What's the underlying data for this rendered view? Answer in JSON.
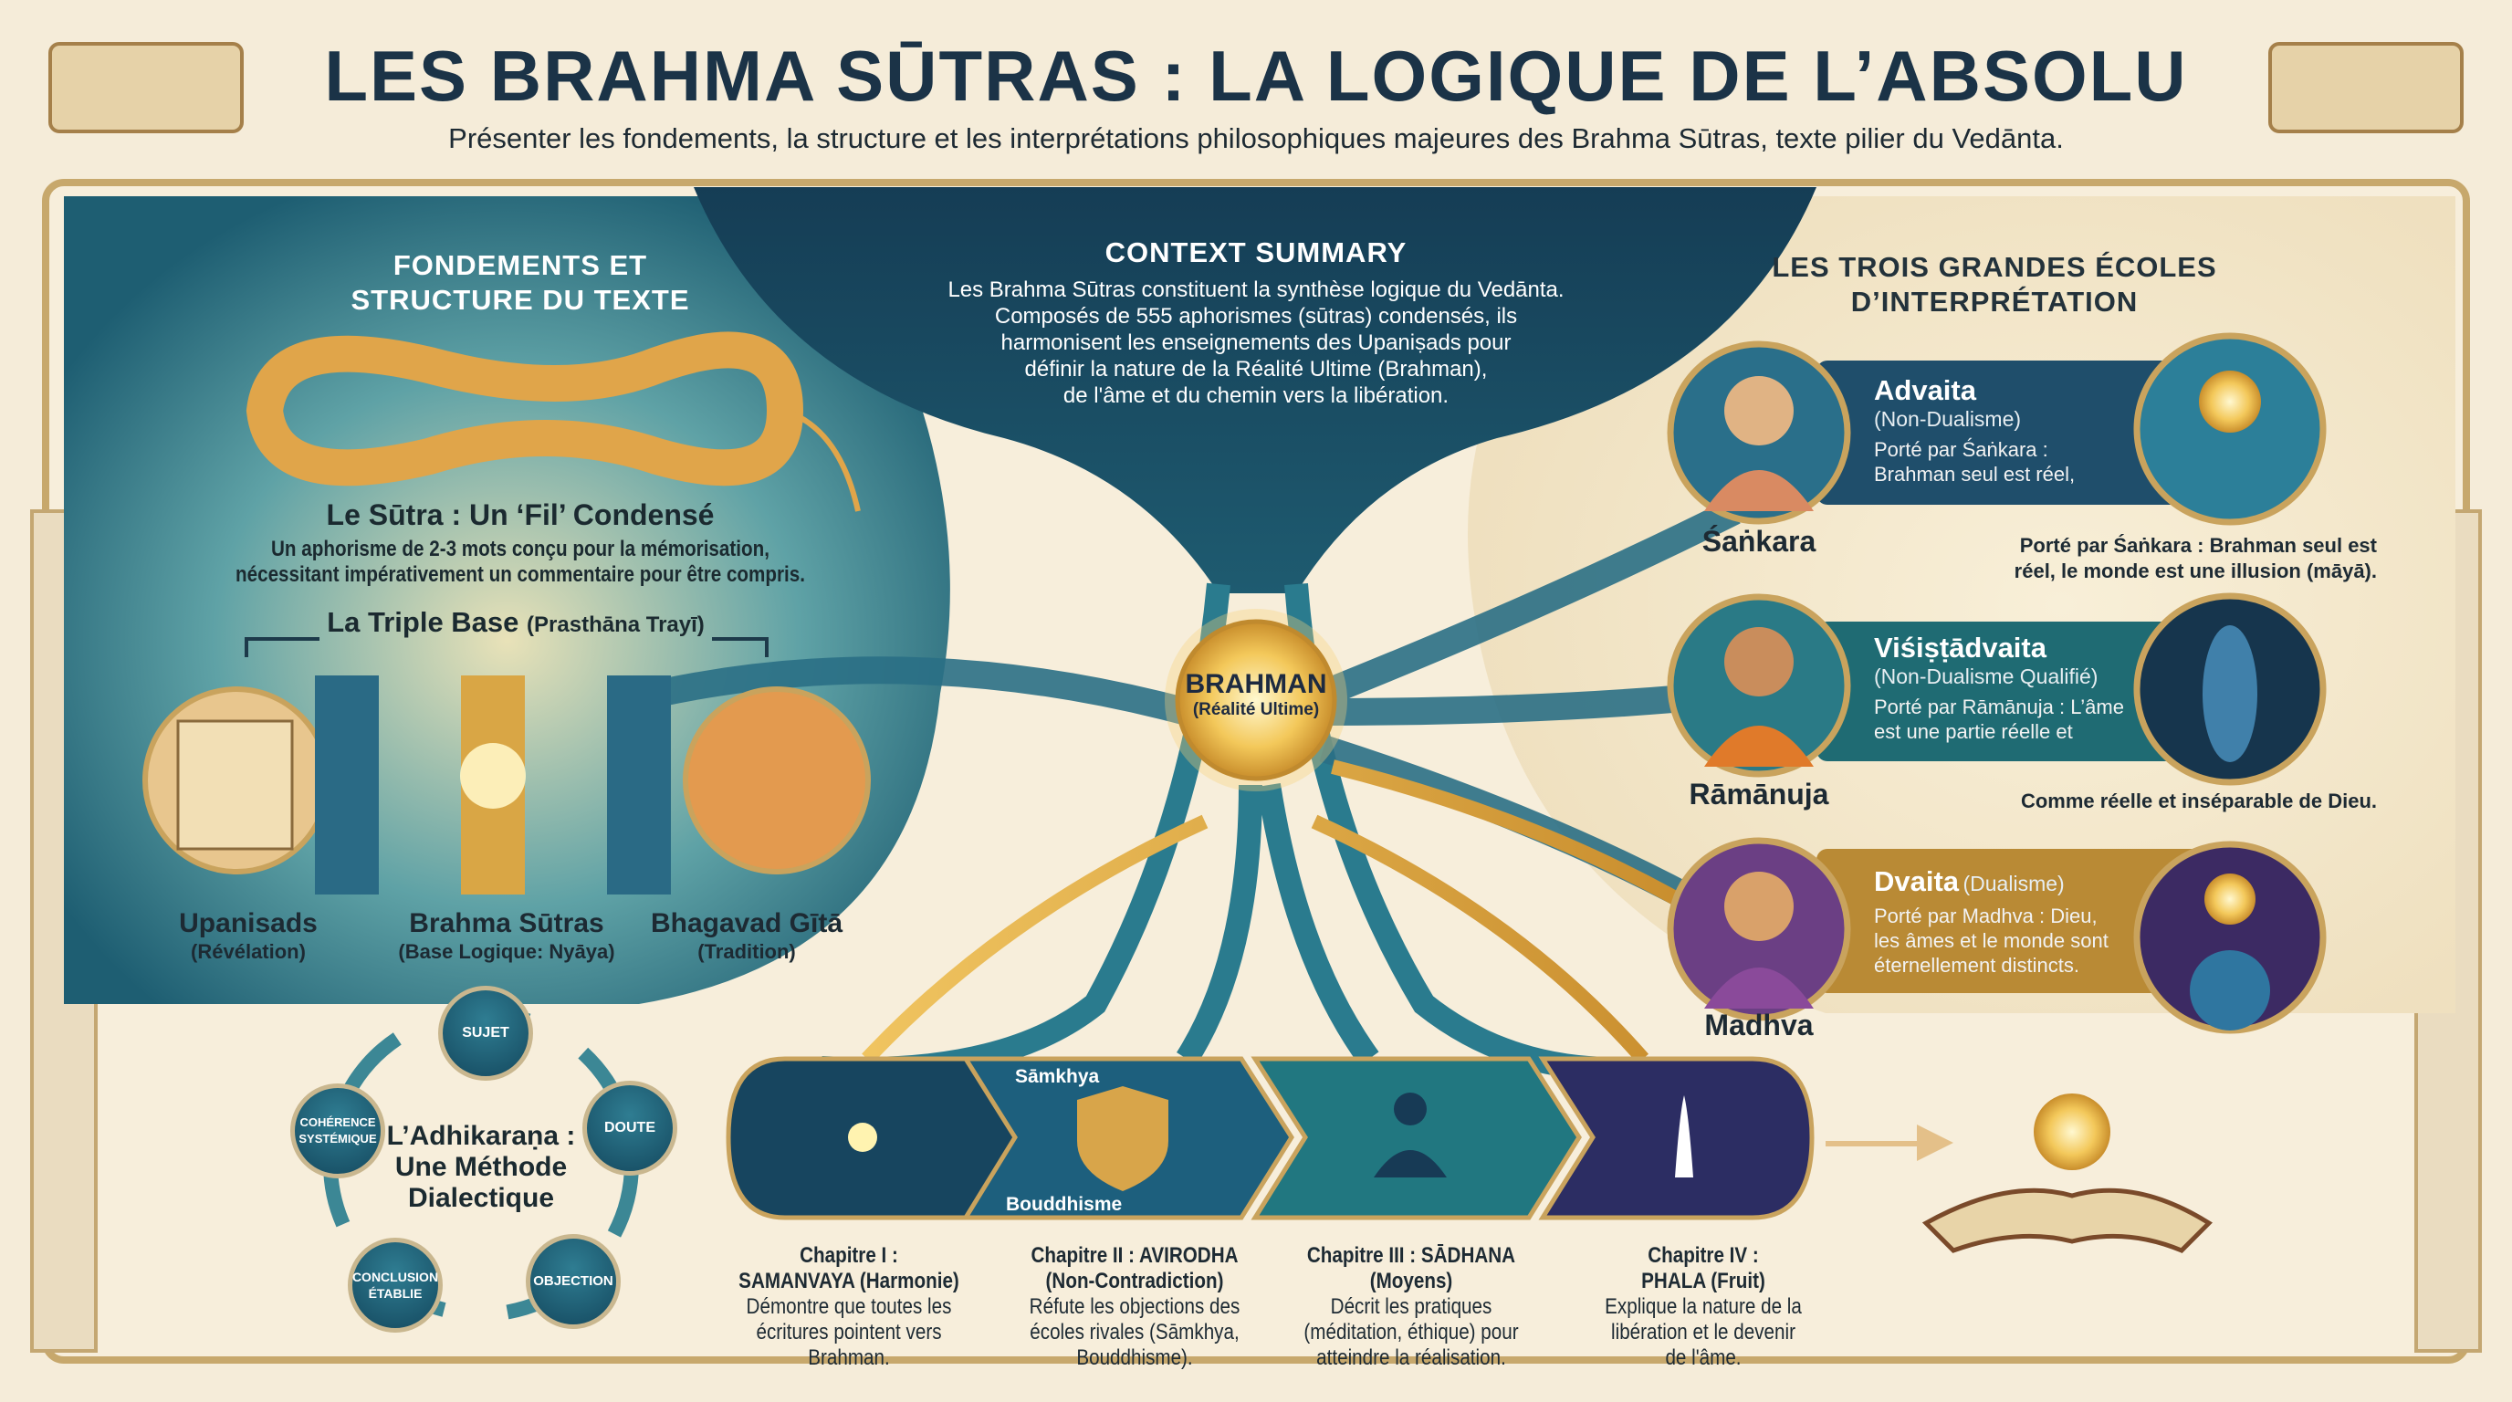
{
  "title": "LES BRAHMA SŪTRAS : LA LOGIQUE DE L’ABSOLU",
  "subtitle": "Présenter les fondements, la structure et les interprétations philosophiques majeures des Brahma Sūtras, texte pilier du Vedānta.",
  "left": {
    "heading": [
      "FONDEMENTS ET",
      "STRUCTURE DU TEXTE"
    ],
    "sutra_title": "Le Sūtra : Un ‘Fil’ Condensé",
    "sutra_desc": [
      "Un aphorisme de 2-3 mots conçu pour la mémorisation,",
      "nécessitant impérativement un commentaire pour être compris."
    ],
    "triple_base": {
      "title": "La Triple Base",
      "sub": "(Prasthāna Trayī)"
    },
    "bases": [
      {
        "name": "Upanisads",
        "sub": "(Révélation)"
      },
      {
        "name": "Brahma Sūtras",
        "sub": "(Base Logique: Nyāya)"
      },
      {
        "name": "Bhagavad Gītā",
        "sub": "(Tradition)"
      }
    ],
    "cycle": {
      "title": [
        "L’Adhikaraṇa :",
        "Une Méthode",
        "Dialectique"
      ],
      "nodes": [
        "SUJET",
        "DOUTE",
        "OBJECTION",
        "CONCLUSION ÉTABLIE",
        "COHÉRENCE SYSTÉMIQUE"
      ]
    }
  },
  "context": {
    "title": "CONTEXT SUMMARY",
    "lines": [
      "Les Brahma Sūtras constituent la synthèse logique du Vedānta.",
      "Composés de 555 aphorismes (sūtras) condensés, ils",
      "harmonisent les enseignements des Upaniṣads pour",
      "définir la nature de la Réalité Ultime (Brahman),",
      "de l'âme et du chemin vers la libération."
    ]
  },
  "center": {
    "name": "BRAHMAN",
    "sub": "(Réalité Ultime)"
  },
  "right": {
    "heading": [
      "LES TROIS GRANDES ÉCOLES",
      "D’INTERPRÉTATION"
    ],
    "schools": [
      {
        "name": "Advaita",
        "sub": "(Non-Dualisme)",
        "desc": [
          "Porté par Śaṅkara :",
          "Brahman seul est réel,"
        ],
        "master": "Śaṅkara",
        "side": [
          "Porté par Śaṅkara : Brahman seul est",
          "réel, le monde est une illusion (māyā)."
        ],
        "color": "#1f4e6b"
      },
      {
        "name": "Viśiṣṭādvaita",
        "sub": "(Non-Dualisme Qualifié)",
        "desc": [
          "Porté par Rāmānuja : L’âme",
          "est une partie réelle et"
        ],
        "master": "Rāmānuja",
        "side": [
          "Comme réelle et inséparable de Dieu."
        ],
        "color": "#1f6b73"
      },
      {
        "name": "Dvaita",
        "sub": "(Dualisme)",
        "desc": [
          "Porté par Madhva : Dieu,",
          "les âmes et le monde sont",
          "éternellement distincts."
        ],
        "master": "Madhva",
        "side": [],
        "color": "#b98a35"
      }
    ]
  },
  "chapters": [
    {
      "title": [
        "Chapitre I :",
        "SAMANVAYA (Harmonie)"
      ],
      "desc": [
        "Démontre que toutes les",
        "écritures pointent vers",
        "Brahman."
      ]
    },
    {
      "title": [
        "Chapitre II : AVIRODHA",
        "(Non-Contradiction)"
      ],
      "desc": [
        "Réfute les objections des",
        "écoles rivales (Sāmkhya,",
        "Bouddhisme)."
      ],
      "tags": [
        "Sāmkhya",
        "Bouddhisme"
      ]
    },
    {
      "title": [
        "Chapitre III : SĀDHANA",
        "(Moyens)"
      ],
      "desc": [
        "Décrit les pratiques",
        "(méditation, éthique) pour",
        "atteindre la réalisation."
      ]
    },
    {
      "title": [
        "Chapitre IV :",
        "PHALA (Fruit)"
      ],
      "desc": [
        "Explique la nature de la",
        "libération et le devenir",
        "de l'âme."
      ]
    }
  ]
}
